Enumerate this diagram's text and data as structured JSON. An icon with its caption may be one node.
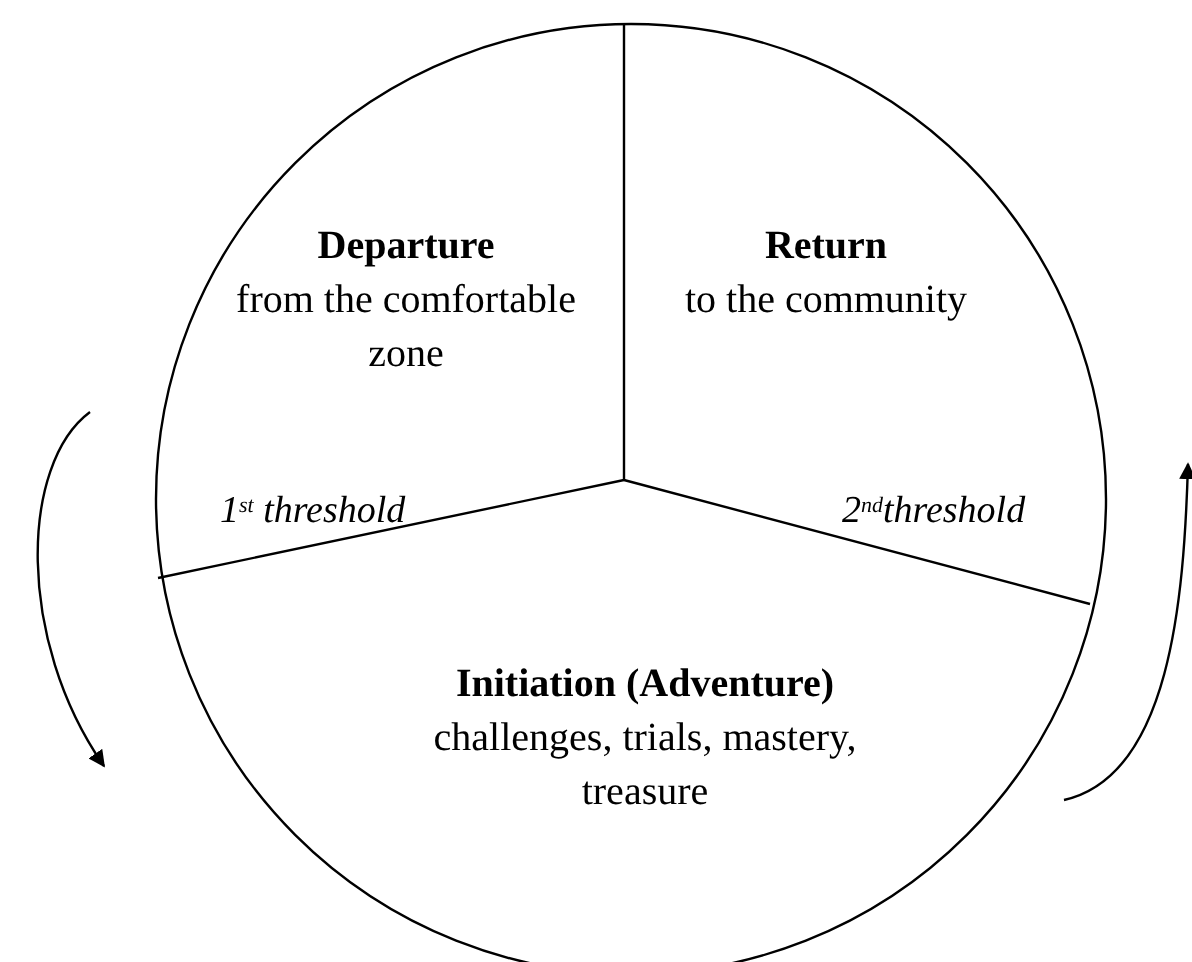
{
  "diagram": {
    "nodes": [
      {
        "text": [
          "Departure",
          "from the comfortable zone"
        ]
      },
      {
        "text": [
          "Return",
          "to the community"
        ]
      },
      {
        "text": [
          "Initiation (Adventure)",
          "challenges, trials, mastery, treasure"
        ]
      }
    ],
    "labels": [
      "1$^{st}$ threshold",
      "2$^{nd}$threshold"
    ]
  }
}
